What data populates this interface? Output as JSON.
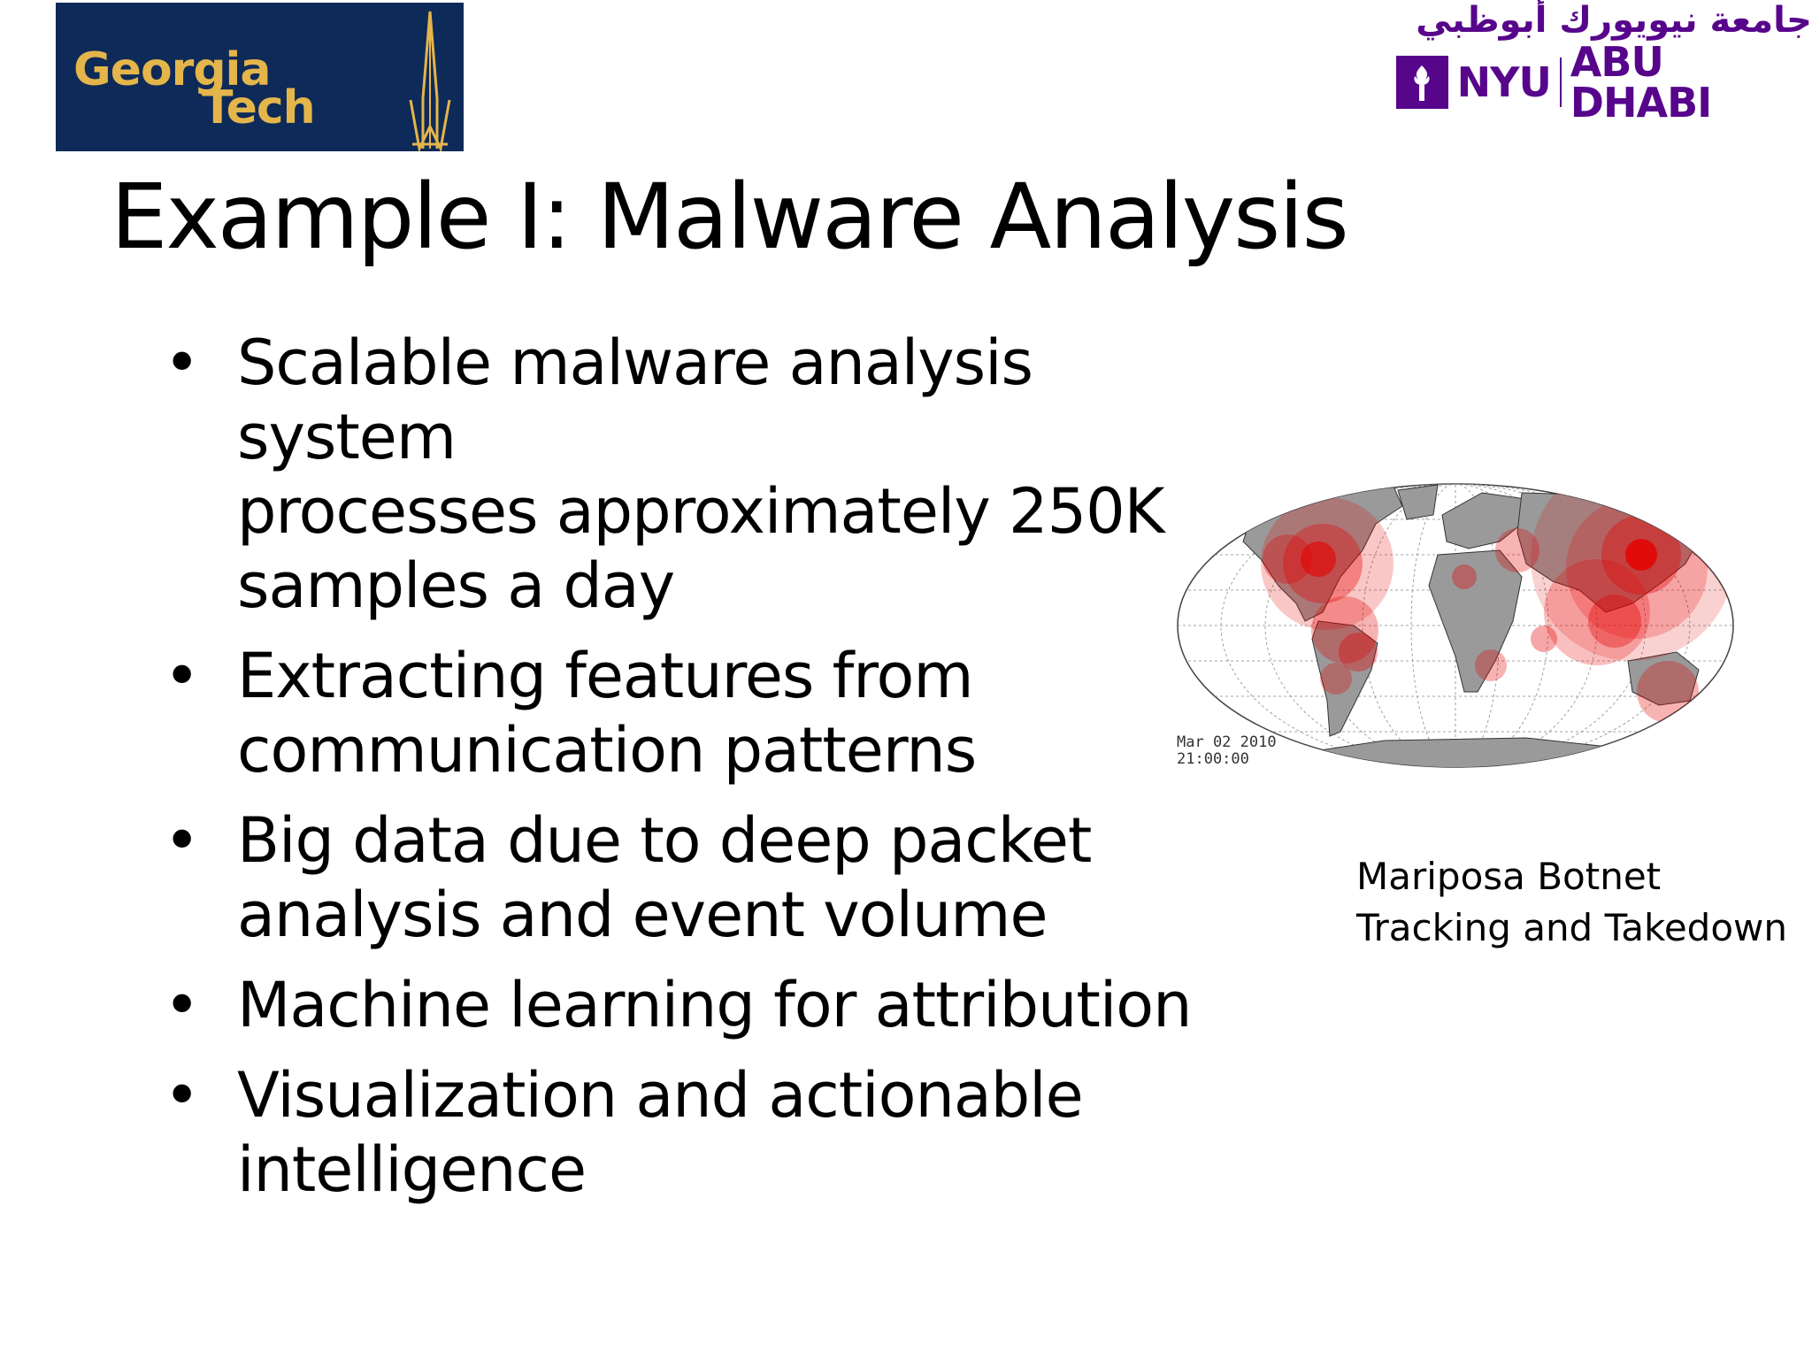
{
  "logos": {
    "georgia_tech": {
      "line1": "Georgia",
      "line2": "Tech"
    },
    "nyu_abu_dhabi": {
      "arabic": "جامعة نيويورك أبوظبي",
      "nyu": "NYU",
      "campus": "ABU DHABI"
    }
  },
  "slide": {
    "title": "Example I: Malware Analysis",
    "bullet_marker": "•",
    "bullets": [
      "Scalable malware analysis system\nprocesses approximately 250K\nsamples a day",
      "Extracting features from\ncommunication patterns",
      "Big data due to deep packet\nanalysis and event volume",
      "Machine learning for attribution",
      "Visualization and actionable\nintelligence"
    ]
  },
  "figure": {
    "timestamp": "Mar 02 2010\n21:00:00",
    "caption": "Mariposa Botnet\nTracking and Takedown",
    "colors": {
      "land": "#9a9a9a",
      "hotspot": "#e60000",
      "ocean": "#ffffff"
    }
  }
}
